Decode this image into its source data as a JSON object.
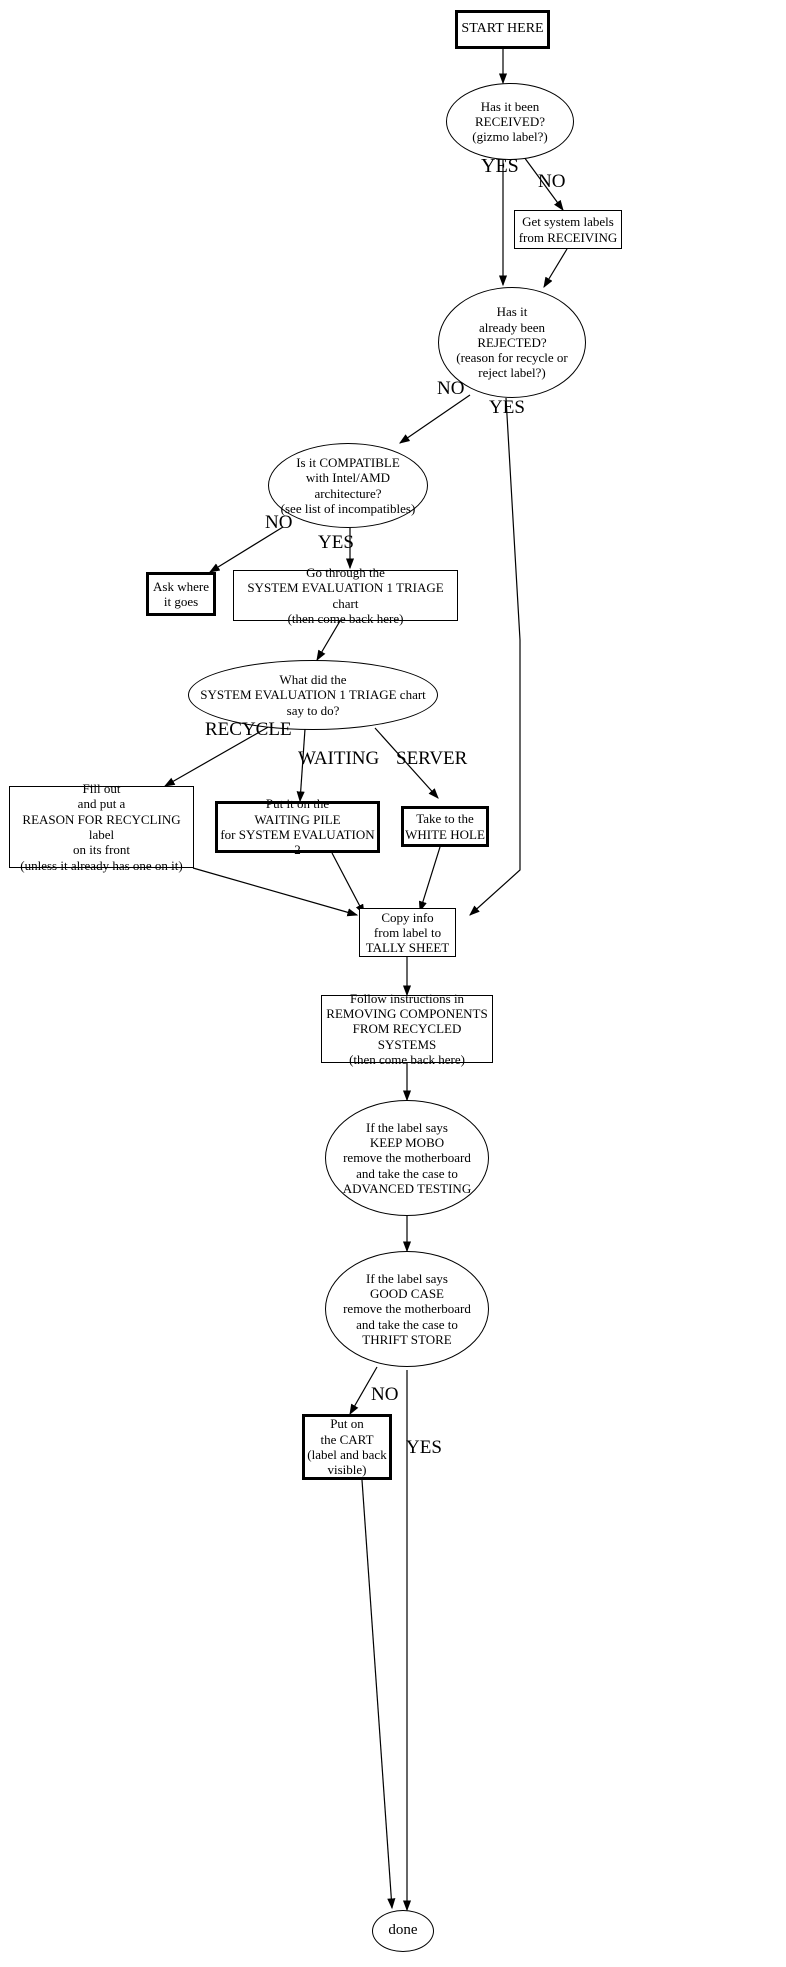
{
  "diagram": {
    "title": "System triage flowchart",
    "stroke_color": "#000000",
    "background_color": "#ffffff",
    "type": "flowchart"
  },
  "nodes": {
    "start": {
      "label": "START HERE",
      "shape": "box-bold"
    },
    "received": {
      "label": "Has it been\nRECEIVED?\n(gizmo label?)",
      "shape": "ellipse"
    },
    "get_labels": {
      "label": "Get system labels\nfrom RECEIVING",
      "shape": "box"
    },
    "rejected": {
      "label": "Has it\nalready been\nREJECTED?\n(reason for recycle or\nreject label?)",
      "shape": "ellipse"
    },
    "compatible": {
      "label": "Is it COMPATIBLE\nwith Intel/AMD\narchitecture?\n(see list of incompatibles)",
      "shape": "ellipse"
    },
    "ask_where": {
      "label": "Ask where\nit goes",
      "shape": "box-bold"
    },
    "go_triage": {
      "label": "Go through the\nSYSTEM EVALUATION 1 TRIAGE chart\n(then come back here)",
      "shape": "box"
    },
    "what_said": {
      "label": "What did the\nSYSTEM EVALUATION 1 TRIAGE chart\nsay to do?",
      "shape": "ellipse"
    },
    "fill_out": {
      "label": "Fill out\nand put a\nREASON FOR RECYCLING label\non its front\n(unless it already has one on it)",
      "shape": "box"
    },
    "waiting_pile": {
      "label": "Put it on the\nWAITING PILE\nfor SYSTEM EVALUATION 2",
      "shape": "box-bold"
    },
    "white_hole": {
      "label": "Take to the\nWHITE HOLE",
      "shape": "box-bold"
    },
    "copy_info": {
      "label": "Copy info\nfrom label to\nTALLY SHEET",
      "shape": "box"
    },
    "follow_instructions": {
      "label": "Follow instructions in\nREMOVING COMPONENTS\nFROM RECYCLED SYSTEMS\n(then come back here)",
      "shape": "box"
    },
    "keep_mobo": {
      "label": "If the label says\nKEEP MOBO\nremove the motherboard\nand take the case to\nADVANCED TESTING",
      "shape": "ellipse"
    },
    "good_case": {
      "label": "If the label says\nGOOD CASE\nremove the motherboard\nand take the case to\nTHRIFT STORE",
      "shape": "ellipse"
    },
    "put_on_cart": {
      "label": "Put on\nthe CART\n(label and back\nvisible)",
      "shape": "box-bold"
    },
    "done": {
      "label": "done",
      "shape": "ellipse"
    }
  },
  "edge_labels": {
    "received_yes": "YES",
    "received_no": "NO",
    "rejected_no": "NO",
    "rejected_yes": "YES",
    "compatible_no": "NO",
    "compatible_yes": "YES",
    "triage_recycle": "RECYCLE",
    "triage_waiting": "WAITING",
    "triage_server": "SERVER",
    "goodcase_no": "NO",
    "goodcase_yes": "YES"
  }
}
